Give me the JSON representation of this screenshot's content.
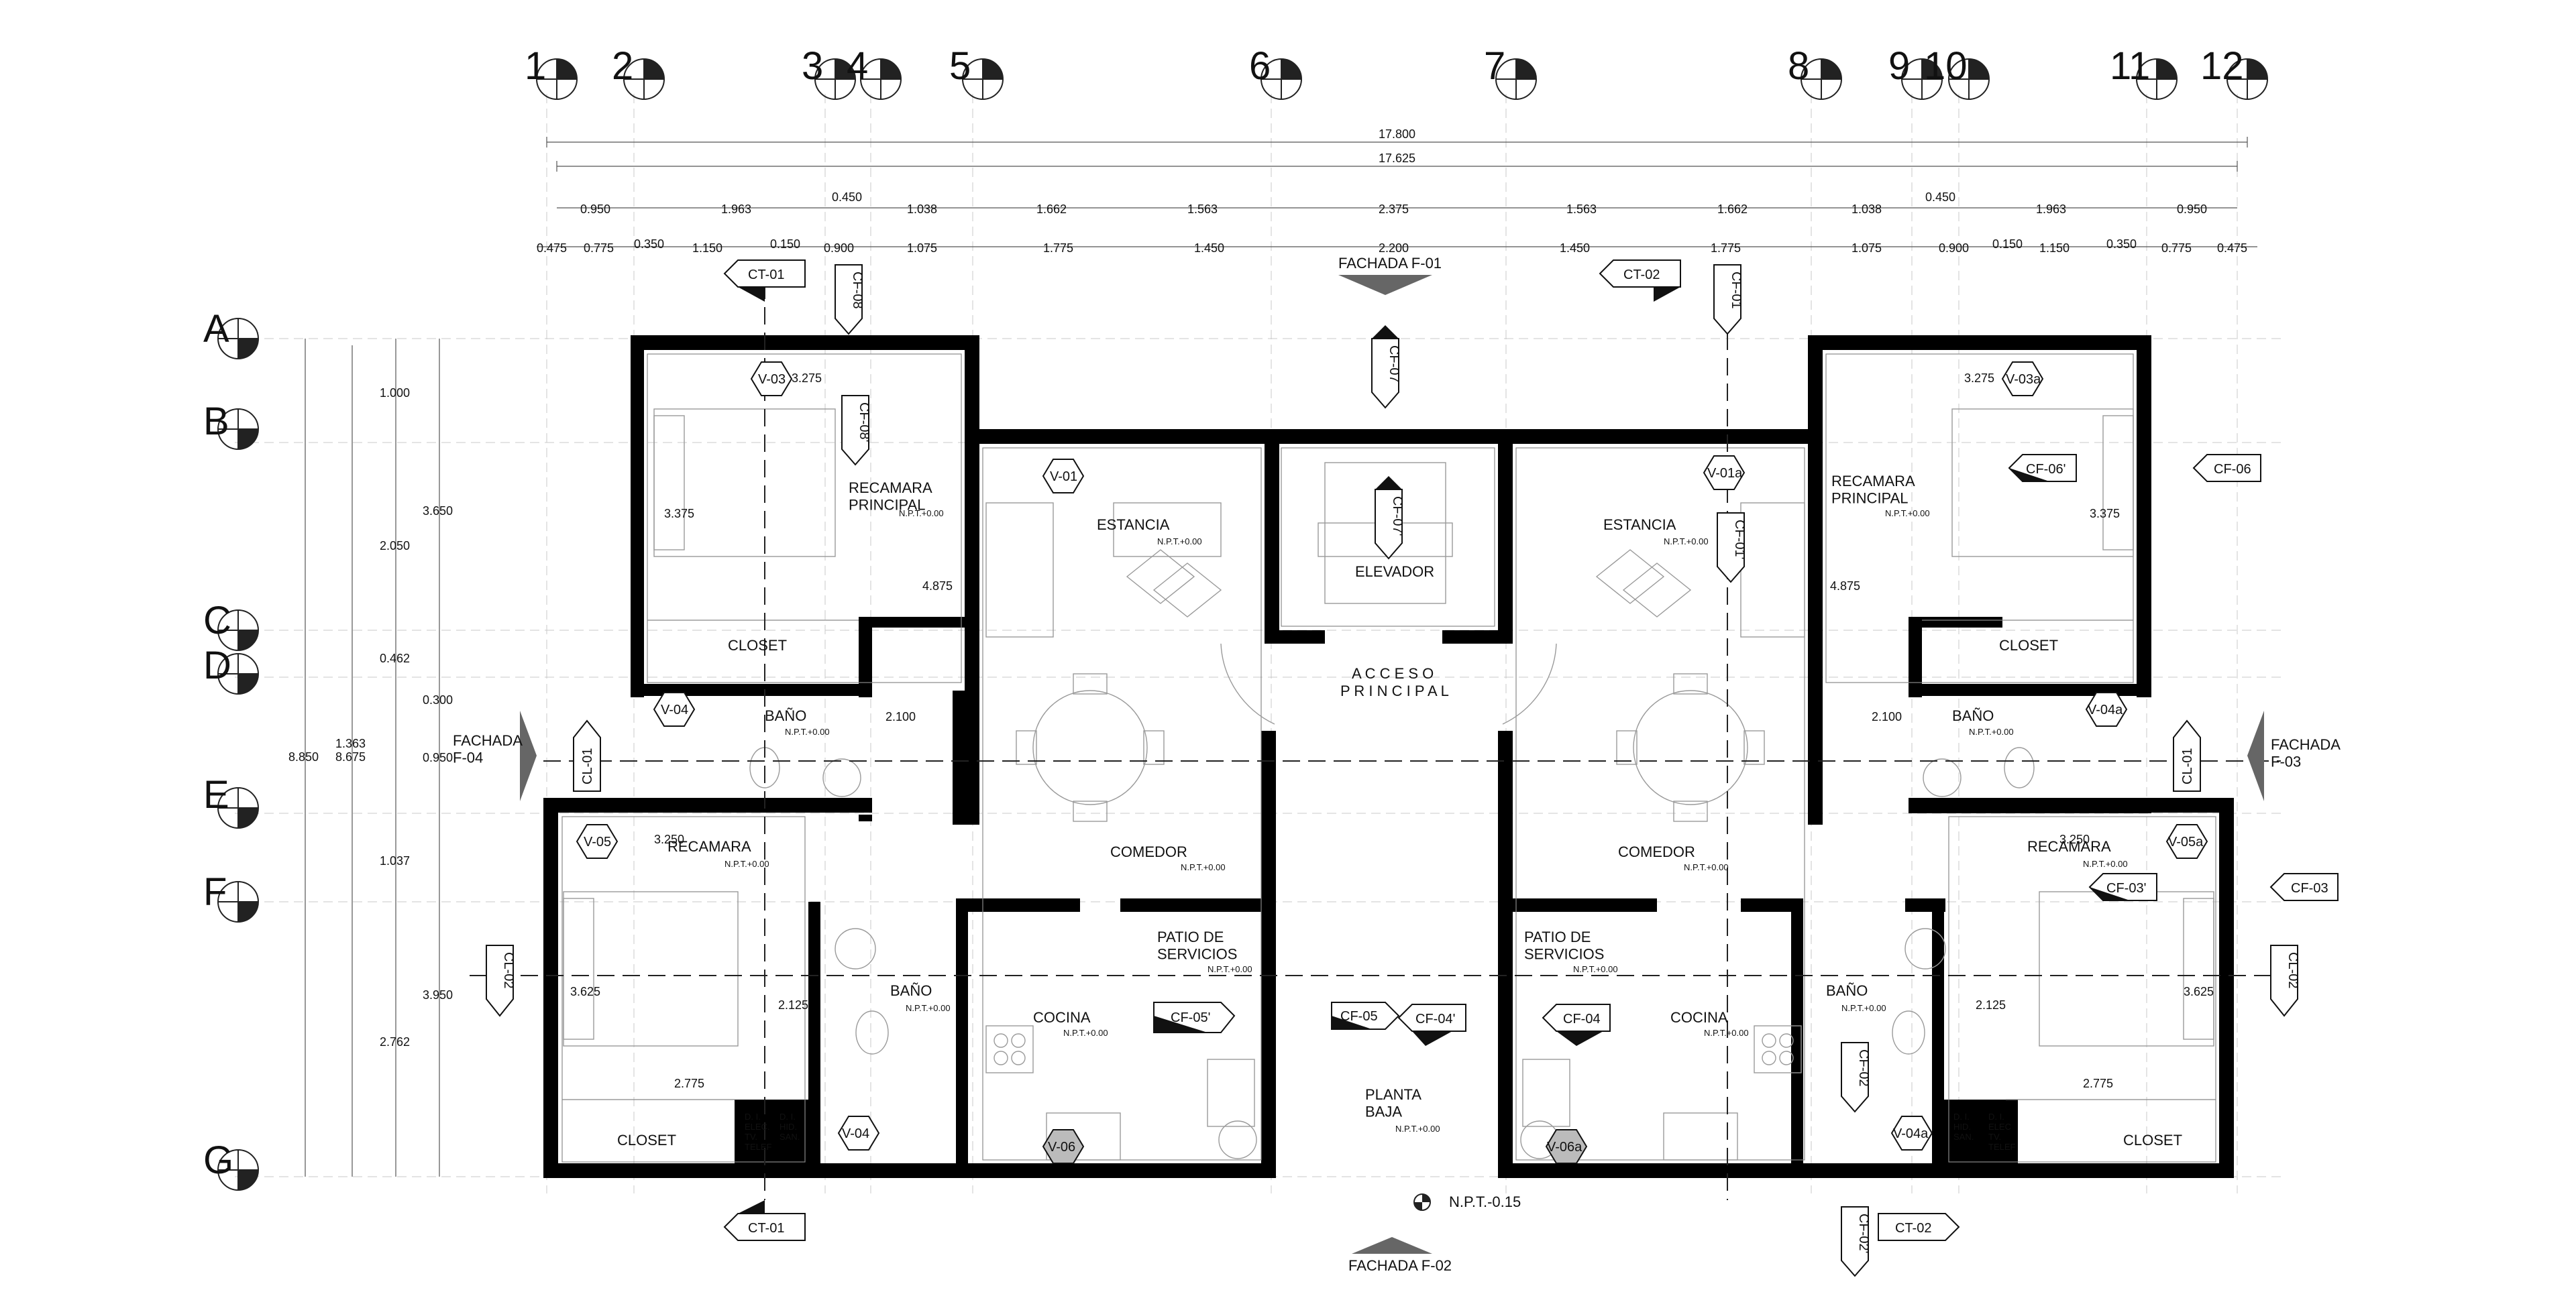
{
  "axes": {
    "columns": [
      "1",
      "2",
      "3",
      "4",
      "5",
      "6",
      "7",
      "8",
      "9",
      "10",
      "11",
      "12"
    ],
    "rows": [
      "A",
      "B",
      "C",
      "D",
      "E",
      "F",
      "G"
    ]
  },
  "dims": {
    "overall_top": "17.800",
    "overall_second": "17.625",
    "row3": [
      "0.950",
      "1.963",
      "0.450",
      "1.038",
      "1.662",
      "1.563",
      "2.375",
      "1.563",
      "1.662",
      "1.038",
      "0.450",
      "1.963",
      "0.950"
    ],
    "row4": [
      "0.475",
      "0.775",
      "0.350",
      "1.150",
      "0.150",
      "0.900",
      "1.075",
      "1.775",
      "1.450",
      "2.200",
      "1.450",
      "1.775",
      "1.075",
      "0.900",
      "0.150",
      "1.150",
      "0.350",
      "0.775",
      "0.475"
    ],
    "left_overall": [
      "8.850",
      "8.675"
    ],
    "left_col2": [
      "1.000",
      "2.050",
      "0.462",
      "0.300",
      "1.363",
      "0.950",
      "1.037",
      "2.762"
    ],
    "left_col3": [
      "3.650",
      "3.950"
    ],
    "interior": [
      "3.275",
      "3.375",
      "4.875",
      "2.100",
      "3.250",
      "3.625",
      "2.125",
      "2.775",
      "3.275",
      "3.375",
      "4.875",
      "2.100",
      "3.250",
      "3.625",
      "2.125",
      "2.775"
    ]
  },
  "rooms": {
    "recamara_principal_l": "RECAMARA\nPRINCIPAL",
    "estancia_l": "ESTANCIA",
    "elevador": "ELEVADOR",
    "estancia_r": "ESTANCIA",
    "recamara_principal_r": "RECAMARA\nPRINCIPAL",
    "closet_tl": "CLOSET",
    "closet_tr": "CLOSET",
    "acceso": "A C C E S O",
    "principal": "P R I N C I P A L",
    "bano_l": "BAÑO",
    "bano_r": "BAÑO",
    "recamara_l": "RECAMARA",
    "recamara_r": "RECAMARA",
    "comedor_l": "COMEDOR",
    "comedor_r": "COMEDOR",
    "patio_l": "PATIO DE\nSERVICIOS",
    "patio_r": "PATIO DE\nSERVICIOS",
    "bano2_l": "BAÑO",
    "bano2_r": "BAÑO",
    "cocina_l": "COCINA",
    "cocina_r": "COCINA",
    "planta": "PLANTA\nBAJA",
    "closet_bl": "CLOSET",
    "closet_br": "CLOSET",
    "npt_level": "N.P.T.+0.00",
    "npt_bottom": "N.P.T.-0.15"
  },
  "di": {
    "elec_l": "D. I.\nELEC.\nTV.\nTELEF",
    "hid_l": "D. I.\nHID.\nSAN.",
    "hid_r": "D. I.\nHID.\nSAN.",
    "elec_r": "D. I.\nELEC\nTV.\nTELEF"
  },
  "facades": {
    "f01": "FACHADA F-01",
    "f02": "FACHADA F-02",
    "f03": "FACHADA\nF-03",
    "f04": "FACHADA\nF-04"
  },
  "windows": [
    "V-03",
    "V-01",
    "V-01a",
    "V-03a",
    "V-04",
    "V-04a",
    "V-05",
    "V-05a",
    "V-04",
    "V-06",
    "V-06a",
    "V-04a"
  ],
  "cuts": {
    "ct01": "CT-01",
    "ct02": "CT-02",
    "cl01": "CL-01",
    "cl02": "CL-02",
    "cf01": "CF-01",
    "cf02": "CF-02",
    "cf03": "CF-03",
    "cf03p": "CF-03'",
    "cf04": "CF-04",
    "cf04p": "CF-04'",
    "cf05": "CF-05",
    "cf05p": "CF-05'",
    "cf06": "CF-06",
    "cf06p": "CF-06'",
    "cf07": "CF-07",
    "cf07p": "CF-07'",
    "cf08": "CF-08",
    "cf08p": "CF-08'",
    "cf01p": "CF-01'",
    "cf02p": "CF-02'"
  }
}
